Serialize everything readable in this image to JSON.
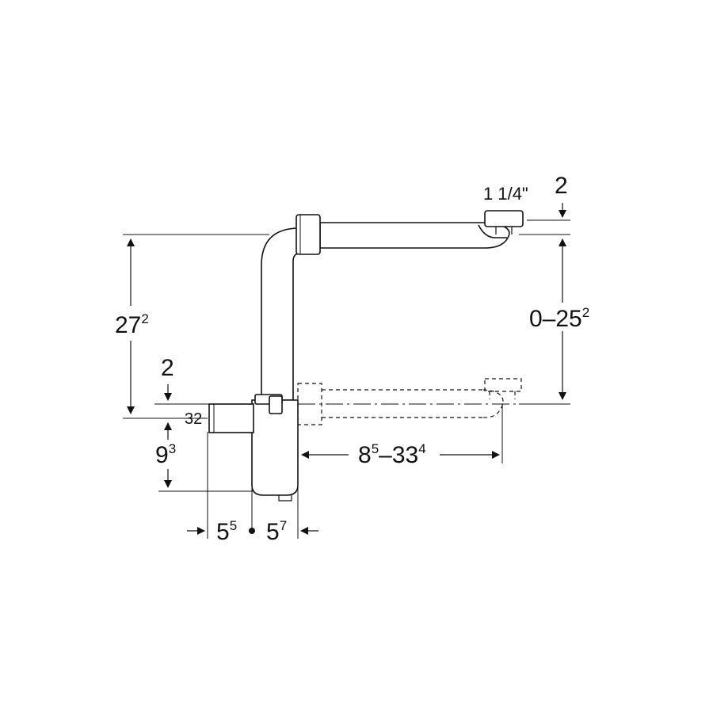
{
  "drawing": {
    "pipe_size": "1 1/4\"",
    "outlet_diameter": "32",
    "dims": {
      "top_offset": "2",
      "inlet_offset": "2",
      "height_main": "27",
      "height_main_sup": "2",
      "height_adjust": "0–25",
      "height_adjust_sup": "2",
      "outlet_height": "9",
      "outlet_height_sup": "3",
      "length_range_a": "8",
      "length_range_a_sup": "5",
      "length_range_sep": "–33",
      "length_range_b_sup": "4",
      "left_width": "5",
      "left_width_sup": "5",
      "right_width": "5",
      "right_width_sup": "7"
    }
  }
}
